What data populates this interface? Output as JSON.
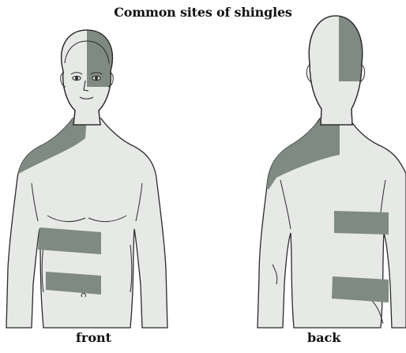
{
  "title": "Common sites of shingles",
  "views": {
    "front": {
      "label": "front"
    },
    "back": {
      "label": "back"
    }
  },
  "colors": {
    "skin": "#e7e9e7",
    "outline": "#2a2a2a",
    "affected": "#7f8a83",
    "background": "#ffffff"
  }
}
